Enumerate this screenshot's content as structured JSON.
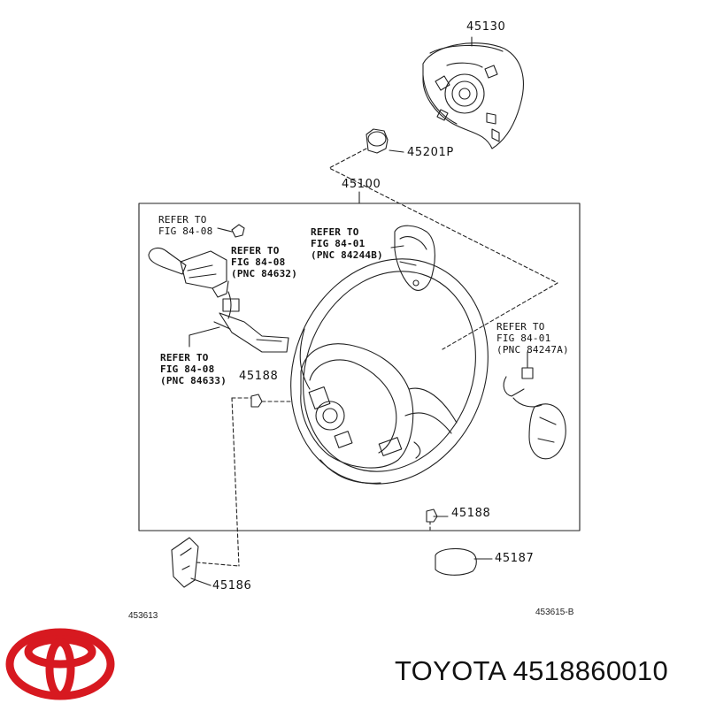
{
  "parts": {
    "p45130": "45130",
    "p45201P": "45201P",
    "p45100": "45100",
    "p45188_left": "45188",
    "p45188_right": "45188",
    "p45187": "45187",
    "p45186": "45186"
  },
  "refs": {
    "top_left": "REFER TO\nFIG 84-08",
    "switch_left": "REFER TO\nFIG 84-08\n(PNC 84632)",
    "lower_left": "REFER TO\nFIG 84-08\n(PNC 84633)",
    "spoke_top": "REFER TO\nFIG 84-01\n(PNC 84244B)",
    "right_side": "REFER TO\nFIG 84-01\n(PNC 84247A)"
  },
  "footer": {
    "code_left": "453613",
    "code_right": "453615-B"
  },
  "brand": {
    "text": "TOYOTA 4518860010",
    "logo_color": "#d71920"
  }
}
